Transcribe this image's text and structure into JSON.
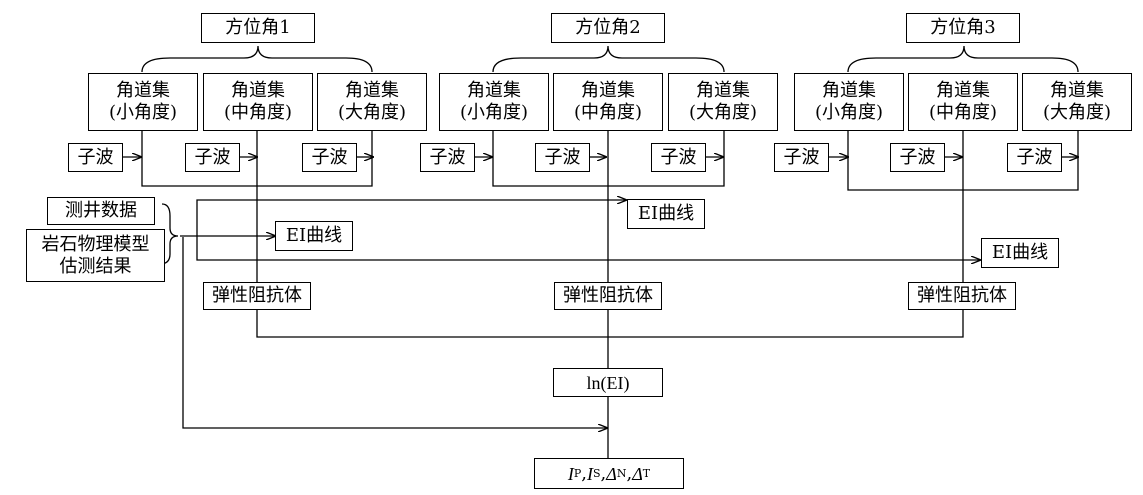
{
  "azimuth_groups": [
    {
      "title": "方位角1",
      "gathers": [
        "角道集\n(小角度)",
        "角道集\n(中角度)",
        "角道集\n(大角度)"
      ],
      "wavelets": [
        "子波",
        "子波",
        "子波"
      ],
      "ei_curve": "EI曲线",
      "elastic_impedance": "弹性阻抗体"
    },
    {
      "title": "方位角2",
      "gathers": [
        "角道集\n(小角度)",
        "角道集\n(中角度)",
        "角道集\n(大角度)"
      ],
      "wavelets": [
        "子波",
        "子波",
        "子波"
      ],
      "ei_curve": "EI曲线",
      "elastic_impedance": "弹性阻抗体"
    },
    {
      "title": "方位角3",
      "gathers": [
        "角道集\n(小角度)",
        "角道集\n(中角度)",
        "角道集\n(大角度)"
      ],
      "wavelets": [
        "子波",
        "子波",
        "子波"
      ],
      "ei_curve": "EI曲线",
      "elastic_impedance": "弹性阻抗体"
    }
  ],
  "inputs": {
    "well_data": "测井数据",
    "rock_physics": "岩石物理模型\n估测结果"
  },
  "ln_ei": "ln(EI)",
  "outputs": {
    "ip": "I",
    "ip_sub": "P",
    "is": "I",
    "is_sub": "S",
    "dn": "Δ",
    "dn_sub": "N",
    "dt": "Δ",
    "dt_sub": "T",
    "sep": ", "
  }
}
